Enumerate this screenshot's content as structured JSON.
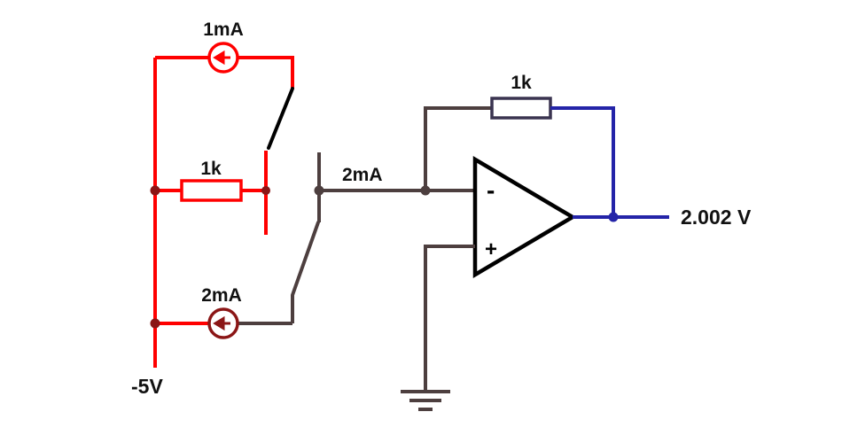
{
  "diagram": {
    "type": "circuit-schematic",
    "description": "Op-amp current-to-voltage converter with two switched current sources",
    "labels": {
      "source_top": "1mA",
      "resistor_left": "1k",
      "source_bottom": "2mA",
      "wire_current": "2mA",
      "resistor_feedback": "1k",
      "output_voltage": "2.002 V",
      "supply": "-5V",
      "opamp_inverting": "-",
      "opamp_noninverting": "+"
    },
    "colors": {
      "wire_red": "#ff0000",
      "source_dark_red": "#8b1616",
      "wire_dark": "#4d3f3f",
      "wire_blue": "#2424a8",
      "resistor_dark": "#3a3450",
      "component_black": "#000000",
      "label_text": "#111111",
      "background": "#ffffff"
    }
  }
}
